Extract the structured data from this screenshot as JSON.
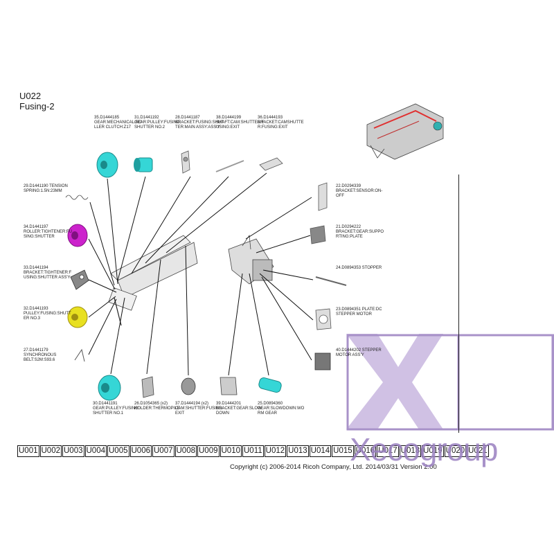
{
  "header": {
    "code": "U022",
    "title": "Fusing-2"
  },
  "parts": [
    {
      "id": "35",
      "text": "35.D1444185 GEAR:MECHANICAL:ROLLER CLUTCH:Z17",
      "color": "#35d6d6"
    },
    {
      "id": "31",
      "text": "31.D1441192 GEAR:PULLEY:FUSING:SHUTTER NO.2",
      "color": "#35d6d6"
    },
    {
      "id": "28",
      "text": "28.D1441187 BRACKET:FUSING:SHUTTER:MAIN ASSY:ASS'Y"
    },
    {
      "id": "38",
      "text": "38.D1444199 SHAFT:CAM:SHUTTER:FUSING:EXIT"
    },
    {
      "id": "36",
      "text": "36.D1444193 BRACKET:CAMSHUTTER:FUSING:EXIT"
    },
    {
      "id": "29",
      "text": "29.D1441190 TENSION SPRING:1.5N:23MM"
    },
    {
      "id": "34",
      "text": "34.D1441197 ROLLER:TIGHTENER:FUSING:SHUTTER",
      "color": "#cc22cc"
    },
    {
      "id": "33",
      "text": "33.D1441194 BRACKET:TIGHTENER:FUSING:SHUTTER ASS'Y"
    },
    {
      "id": "32",
      "text": "32.D1441193 PULLEY:FUSING:SHUTTER NO.3",
      "color": "#e8e020"
    },
    {
      "id": "27",
      "text": "27.D1441179 SYNCHRONOUS BELT:S2M:S93.6"
    },
    {
      "id": "22",
      "text": "22.D0294339 BRACKET:SENSOR:ON-OFF"
    },
    {
      "id": "21",
      "text": "21.D0294222 BRACKET:GEAR:SUPPORTING:PLATE"
    },
    {
      "id": "24",
      "text": "24.D0894353 STOPPER"
    },
    {
      "id": "23",
      "text": "23.D0894351 PLATE:DC STEPPER MOTOR"
    },
    {
      "id": "40",
      "text": "40.D1444202 STEPPER MOTOR ASS'Y"
    },
    {
      "id": "30",
      "text": "30.D1441191 GEAR:PULLEY:FUSING:SHUTTER NO.1",
      "color": "#35d6d6"
    },
    {
      "id": "26",
      "text": "26.D1054365 (x2) HOLDER:THERMOPILE"
    },
    {
      "id": "37",
      "text": "37.D1444194 (x2) CAM:SHUTTER:FUSING:EXIT"
    },
    {
      "id": "39",
      "text": "39.D1444201 BRACKET:GEAR:SLOW DOWN"
    },
    {
      "id": "25",
      "text": "25.D0894360 GEAR:SLOWDOWN:WORM GEAR",
      "color": "#35d6d6"
    }
  ],
  "pages": [
    "U001",
    "U002",
    "U003",
    "U004",
    "U005",
    "U006",
    "U007",
    "U008",
    "U009",
    "U010",
    "U011",
    "U012",
    "U013",
    "U014",
    "U015",
    "U016",
    "U017",
    "U018",
    "U019",
    "U020",
    "U021"
  ],
  "copyright": "Copyright (c) 2006-2014 Ricoh Company, Ltd.    2014/03/31 Version 2.00",
  "watermark": {
    "text": "Xecogroup",
    "color": "#9a7fc0"
  }
}
